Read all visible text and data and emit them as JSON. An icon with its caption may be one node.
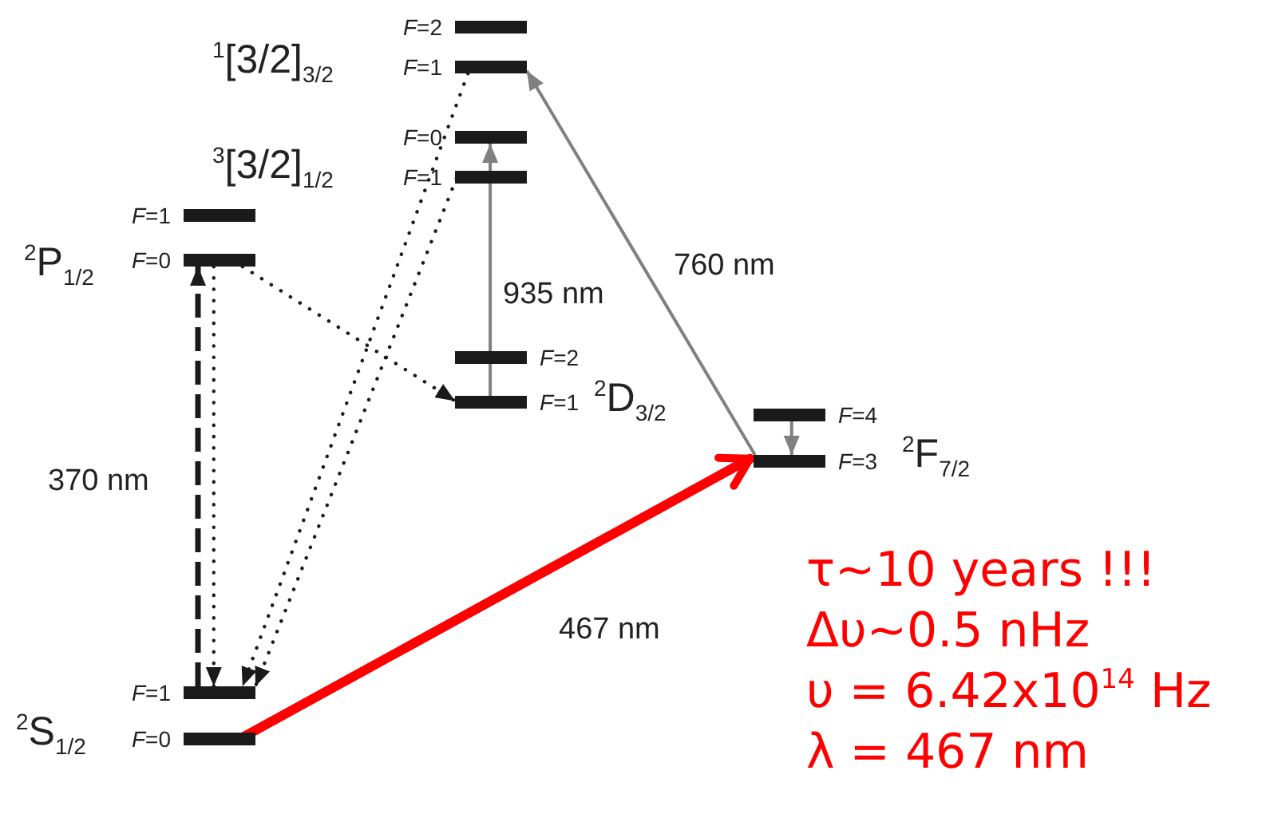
{
  "diagram": {
    "nodes": [
      {
        "text": [],
        "shape": "bar",
        "beside": [
          "*F*=2"
        ]
      },
      {
        "text": [],
        "shape": "bar",
        "beside": [
          "*F*=1"
        ]
      },
      {
        "text": [],
        "shape": "bar",
        "beside": [
          "*F*=0"
        ]
      },
      {
        "text": [],
        "shape": "bar",
        "beside": [
          "*F*=1"
        ]
      },
      {
        "text": [],
        "shape": "bar",
        "beside": [
          "*F*=1"
        ]
      },
      {
        "text": [],
        "shape": "bar",
        "beside": [
          "*F*=0"
        ]
      },
      {
        "text": [],
        "shape": "bar",
        "beside": [
          "*F*=2"
        ]
      },
      {
        "text": [],
        "shape": "bar",
        "beside": [
          "*F*=1"
        ]
      },
      {
        "text": [],
        "shape": "bar",
        "beside": [
          "*F*=4"
        ]
      },
      {
        "text": [],
        "shape": "bar",
        "beside": [
          "*F*=3"
        ]
      },
      {
        "text": [],
        "shape": "bar",
        "beside": [
          "*F*=1"
        ]
      },
      {
        "text": [],
        "shape": "bar",
        "beside": [
          "*F*=0"
        ]
      }
    ],
    "edges": [
      {
        "from": 10,
        "to": 5,
        "arrow": "to",
        "label": "370 nm",
        "style": "dashed"
      },
      {
        "from": 5,
        "to": 10,
        "arrow": "to",
        "style": "dashed"
      },
      {
        "from": 5,
        "to": 7,
        "arrow": "to",
        "style": "dashed"
      },
      {
        "from": 1,
        "to": 10,
        "arrow": "to",
        "style": "dashed"
      },
      {
        "from": 3,
        "to": 10,
        "arrow": "to",
        "style": "dashed"
      },
      {
        "from": 7,
        "to": 2,
        "arrow": "to",
        "label": "935 nm",
        "color": "#808080"
      },
      {
        "from": 9,
        "to": 1,
        "arrow": "to",
        "label": "760 nm",
        "color": "#808080"
      },
      {
        "from": 8,
        "to": 9,
        "arrow": "to",
        "color": "#808080"
      },
      {
        "from": 11,
        "to": 9,
        "arrow": "to",
        "label": "467 nm",
        "style": "thick",
        "color": "#ff0000"
      }
    ],
    "labels": [
      "$^{1}$[3/2]$_{3/2}$",
      "$^{3}$[3/2]$_{1/2}$",
      "$^{2}$P$_{1/2}$",
      "$^{2}$D$_{3/2}$",
      "$^{2}$F$_{7/2}$",
      "τ~10 years !!!",
      "Δυ~0.5 nHz",
      "υ = 6.42x10$^{14}$ Hz",
      "$^{2}$S$_{1/2}$",
      "λ = 467 nm"
    ]
  }
}
